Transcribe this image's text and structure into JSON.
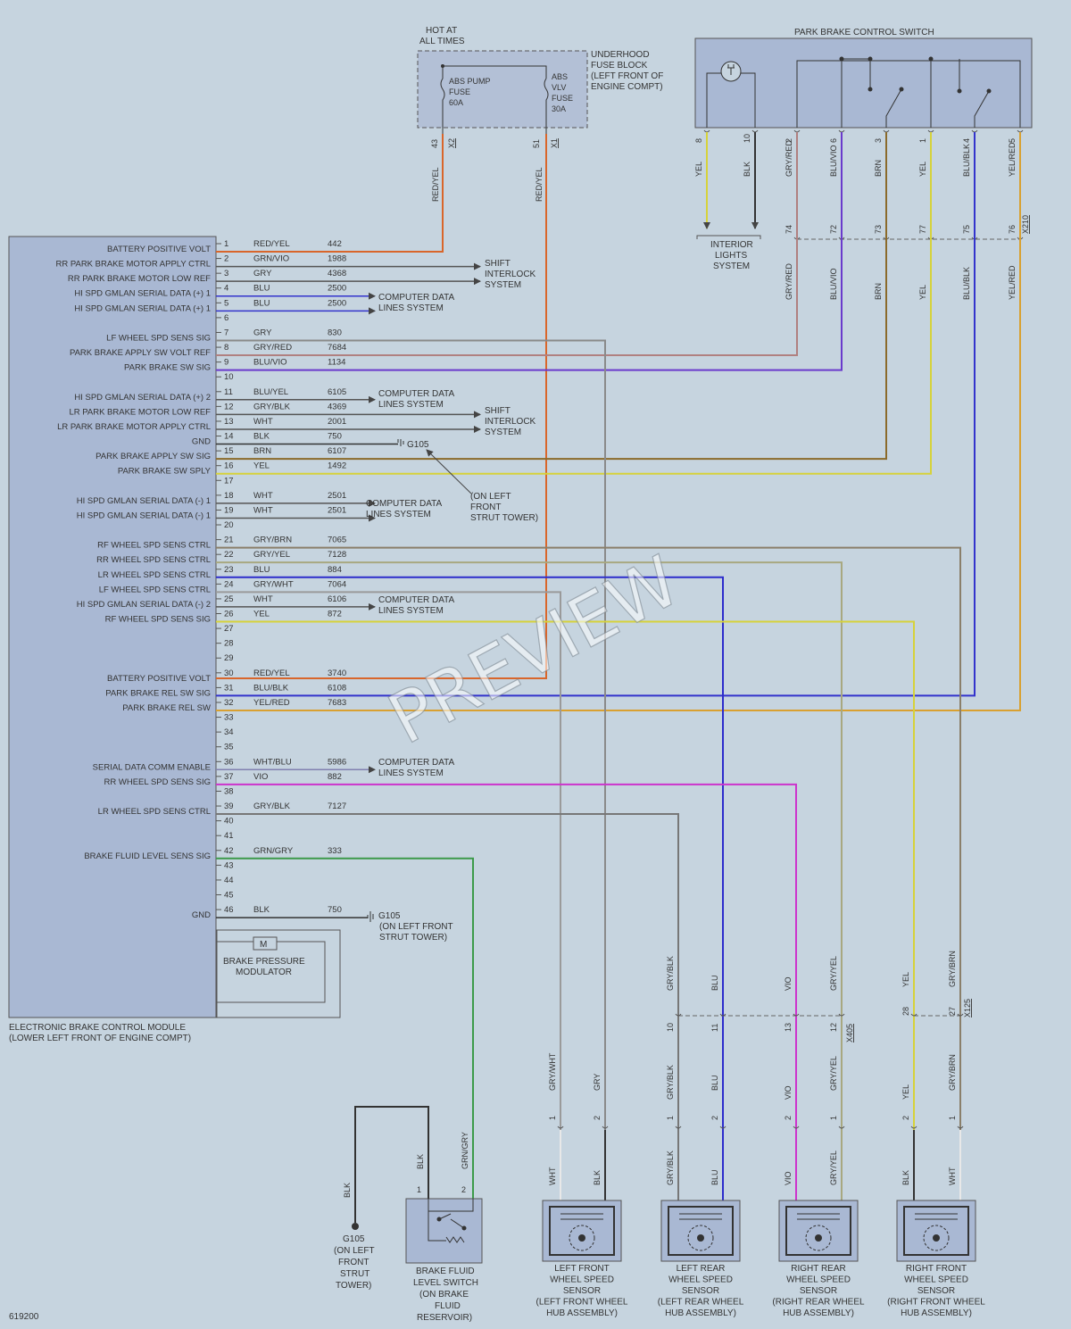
{
  "figure_id": "619200",
  "watermark": "PREVIEW",
  "module": {
    "label_line1": "ELECTRONIC BRAKE CONTROL MODULE",
    "label_line2": "(LOWER LEFT FRONT OF ENGINE COMPT)",
    "modulator_symbol": "M",
    "modulator_line1": "BRAKE PRESSURE",
    "modulator_line2": "MODULATOR"
  },
  "pins": [
    {
      "n": "1",
      "label": "BATTERY POSITIVE VOLT",
      "color": "RED/YEL",
      "circuit": "442",
      "hex": "#d9662b"
    },
    {
      "n": "2",
      "label": "RR PARK BRAKE MOTOR APPLY CTRL",
      "color": "GRN/VIO",
      "circuit": "1988",
      "hex": "#555555"
    },
    {
      "n": "3",
      "label": "RR PARK BRAKE MOTOR LOW REF",
      "color": "GRY",
      "circuit": "4368",
      "hex": "#555555"
    },
    {
      "n": "4",
      "label": "HI SPD GMLAN SERIAL DATA (+) 1",
      "color": "BLU",
      "circuit": "2500",
      "hex": "#3333cc"
    },
    {
      "n": "5",
      "label": "HI SPD GMLAN SERIAL DATA (+) 1",
      "color": "BLU",
      "circuit": "2500",
      "hex": "#3333cc"
    },
    {
      "n": "6",
      "label": "",
      "color": "",
      "circuit": "",
      "hex": ""
    },
    {
      "n": "7",
      "label": "LF WHEEL SPD SENS SIG",
      "color": "GRY",
      "circuit": "830",
      "hex": "#8a8a8a"
    },
    {
      "n": "8",
      "label": "PARK BRAKE APPLY SW VOLT REF",
      "color": "GRY/RED",
      "circuit": "7684",
      "hex": "#b08080"
    },
    {
      "n": "9",
      "label": "PARK BRAKE SW SIG",
      "color": "BLU/VIO",
      "circuit": "1134",
      "hex": "#6a3acc"
    },
    {
      "n": "10",
      "label": "",
      "color": "",
      "circuit": "",
      "hex": ""
    },
    {
      "n": "11",
      "label": "HI SPD GMLAN SERIAL DATA (+) 2",
      "color": "BLU/YEL",
      "circuit": "6105",
      "hex": "#555555"
    },
    {
      "n": "12",
      "label": "LR PARK BRAKE MOTOR LOW REF",
      "color": "GRY/BLK",
      "circuit": "4369",
      "hex": "#555555"
    },
    {
      "n": "13",
      "label": "LR PARK BRAKE MOTOR APPLY CTRL",
      "color": "WHT",
      "circuit": "2001",
      "hex": "#555555"
    },
    {
      "n": "14",
      "label": "GND",
      "color": "BLK",
      "circuit": "750",
      "hex": "#333333"
    },
    {
      "n": "15",
      "label": "PARK BRAKE APPLY SW SIG",
      "color": "BRN",
      "circuit": "6107",
      "hex": "#8b6a2a"
    },
    {
      "n": "16",
      "label": "PARK BRAKE SW SPLY",
      "color": "YEL",
      "circuit": "1492",
      "hex": "#d6d23a"
    },
    {
      "n": "17",
      "label": "",
      "color": "",
      "circuit": "",
      "hex": ""
    },
    {
      "n": "18",
      "label": "HI SPD GMLAN SERIAL DATA (-) 1",
      "color": "WHT",
      "circuit": "2501",
      "hex": "#555555"
    },
    {
      "n": "19",
      "label": "HI SPD GMLAN SERIAL DATA (-) 1",
      "color": "WHT",
      "circuit": "2501",
      "hex": "#555555"
    },
    {
      "n": "20",
      "label": "",
      "color": "",
      "circuit": "",
      "hex": ""
    },
    {
      "n": "21",
      "label": "RF WHEEL SPD SENS CTRL",
      "color": "GRY/BRN",
      "circuit": "7065",
      "hex": "#8a7f6a"
    },
    {
      "n": "22",
      "label": "RR WHEEL SPD SENS CTRL",
      "color": "GRY/YEL",
      "circuit": "7128",
      "hex": "#a8a880"
    },
    {
      "n": "23",
      "label": "LR WHEEL SPD SENS CTRL",
      "color": "BLU",
      "circuit": "884",
      "hex": "#2c2ccc"
    },
    {
      "n": "24",
      "label": "LF WHEEL SPD SENS CTRL",
      "color": "GRY/WHT",
      "circuit": "7064",
      "hex": "#9a9a9a"
    },
    {
      "n": "25",
      "label": "HI SPD GMLAN SERIAL DATA (-) 2",
      "color": "WHT",
      "circuit": "6106",
      "hex": "#555555"
    },
    {
      "n": "26",
      "label": "RF WHEEL SPD SENS SIG",
      "color": "YEL",
      "circuit": "872",
      "hex": "#d6d23a"
    },
    {
      "n": "27",
      "label": "",
      "color": "",
      "circuit": "",
      "hex": ""
    },
    {
      "n": "28",
      "label": "",
      "color": "",
      "circuit": "",
      "hex": ""
    },
    {
      "n": "29",
      "label": "",
      "color": "",
      "circuit": "",
      "hex": ""
    },
    {
      "n": "30",
      "label": "BATTERY POSITIVE VOLT",
      "color": "RED/YEL",
      "circuit": "3740",
      "hex": "#d9662b"
    },
    {
      "n": "31",
      "label": "PARK BRAKE REL SW SIG",
      "color": "BLU/BLK",
      "circuit": "6108",
      "hex": "#3333cc"
    },
    {
      "n": "32",
      "label": "PARK BRAKE REL SW",
      "color": "YEL/RED",
      "circuit": "7683",
      "hex": "#d9a030"
    },
    {
      "n": "33",
      "label": "",
      "color": "",
      "circuit": "",
      "hex": ""
    },
    {
      "n": "34",
      "label": "",
      "color": "",
      "circuit": "",
      "hex": ""
    },
    {
      "n": "35",
      "label": "",
      "color": "",
      "circuit": "",
      "hex": ""
    },
    {
      "n": "36",
      "label": "SERIAL DATA COMM ENABLE",
      "color": "WHT/BLU",
      "circuit": "5986",
      "hex": "#8080b0"
    },
    {
      "n": "37",
      "label": "RR WHEEL SPD SENS SIG",
      "color": "VIO",
      "circuit": "882",
      "hex": "#cc33cc"
    },
    {
      "n": "38",
      "label": "",
      "color": "",
      "circuit": "",
      "hex": ""
    },
    {
      "n": "39",
      "label": "LR WHEEL SPD SENS CTRL",
      "color": "GRY/BLK",
      "circuit": "7127",
      "hex": "#777777"
    },
    {
      "n": "40",
      "label": "",
      "color": "",
      "circuit": "",
      "hex": ""
    },
    {
      "n": "41",
      "label": "",
      "color": "",
      "circuit": "",
      "hex": ""
    },
    {
      "n": "42",
      "label": "BRAKE FLUID LEVEL SENS SIG",
      "color": "GRN/GRY",
      "circuit": "333",
      "hex": "#3c9a4a"
    },
    {
      "n": "43",
      "label": "",
      "color": "",
      "circuit": "",
      "hex": ""
    },
    {
      "n": "44",
      "label": "",
      "color": "",
      "circuit": "",
      "hex": ""
    },
    {
      "n": "45",
      "label": "",
      "color": "",
      "circuit": "",
      "hex": ""
    },
    {
      "n": "46",
      "label": "GND",
      "color": "BLK",
      "circuit": "750",
      "hex": "#333333"
    }
  ],
  "refs": {
    "computer_data_l1": "COMPUTER DATA",
    "computer_data_l2": "LINES SYSTEM",
    "shift_l1": "SHIFT",
    "shift_l2": "INTERLOCK",
    "shift_l3": "SYSTEM"
  },
  "fuse_block": {
    "hot_l1": "HOT AT",
    "hot_l2": "ALL TIMES",
    "title_l1": "UNDERHOOD",
    "title_l2": "FUSE BLOCK",
    "title_l3": "(LEFT FRONT OF",
    "title_l4": "ENGINE COMPT)",
    "fuse1_l1": "ABS PUMP",
    "fuse1_l2": "FUSE",
    "fuse1_l3": "60A",
    "fuse2_l1": "ABS",
    "fuse2_l2": "VLV",
    "fuse2_l3": "FUSE",
    "fuse2_l4": "30A",
    "pin1": "43",
    "conn1": "X2",
    "pin2": "51",
    "conn2": "X1",
    "wire_color": "RED/YEL"
  },
  "switch": {
    "title": "PARK BRAKE CONTROL SWITCH",
    "connector": "X210",
    "terminals": [
      {
        "pin": "8",
        "color": "YEL",
        "hex": "#d6d23a"
      },
      {
        "pin": "10",
        "color": "BLK",
        "hex": "#333333"
      },
      {
        "pin": "2",
        "color": "GRY/RED",
        "hex": "#b08080",
        "inline": "74"
      },
      {
        "pin": "6",
        "color": "BLU/VIO",
        "hex": "#6a3acc",
        "inline": "72"
      },
      {
        "pin": "3",
        "color": "BRN",
        "hex": "#8b6a2a",
        "inline": "73"
      },
      {
        "pin": "1",
        "color": "YEL",
        "hex": "#d6d23a",
        "inline": "77"
      },
      {
        "pin": "4",
        "color": "BLU/BLK",
        "hex": "#3333cc",
        "inline": "75"
      },
      {
        "pin": "5",
        "color": "YEL/RED",
        "hex": "#d9a030",
        "inline": "76"
      }
    ],
    "interior_l1": "INTERIOR",
    "interior_l2": "LIGHTS",
    "interior_l3": "SYSTEM"
  },
  "grounds": {
    "g105": "G105",
    "loc_a_l1": "(ON LEFT",
    "loc_a_l2": "FRONT",
    "loc_a_l3": "STRUT TOWER)",
    "loc_b_l1": "(ON LEFT FRONT",
    "loc_b_l2": "STRUT TOWER)",
    "loc_c_l1": "(ON LEFT",
    "loc_c_l2": "FRONT",
    "loc_c_l3": "STRUT",
    "loc_c_l4": "TOWER)",
    "blk": "BLK"
  },
  "inline_conns": {
    "x405": "X405",
    "x125": "X125",
    "x405_pins": [
      "10",
      "11",
      "13",
      "12"
    ],
    "x405_colors": [
      "GRY/BLK",
      "BLU",
      "VIO",
      "GRY/YEL"
    ],
    "x125_pins": [
      "28",
      "27"
    ],
    "x125_colors": [
      "YEL",
      "GRY/BRN"
    ]
  },
  "fluid_switch": {
    "label_l1": "BRAKE FLUID",
    "label_l2": "LEVEL SWITCH",
    "label_l3": "(ON BRAKE",
    "label_l4": "FLUID",
    "label_l5": "RESERVOIR)",
    "pin1": "1",
    "pin2": "2",
    "c1": "BLK",
    "c2": "GRN/GRY"
  },
  "sensors": [
    {
      "id": "lf",
      "l1": "LEFT FRONT",
      "l2": "WHEEL SPEED",
      "l3": "SENSOR",
      "l4": "(LEFT FRONT WHEEL",
      "l5": "HUB ASSEMBLY)",
      "p1": "1",
      "p2": "2",
      "top1": "GRY/WHT",
      "top2": "GRY",
      "bot1": "WHT",
      "bot2": "BLK"
    },
    {
      "id": "lr",
      "l1": "LEFT REAR",
      "l2": "WHEEL SPEED",
      "l3": "SENSOR",
      "l4": "(LEFT REAR WHEEL",
      "l5": "HUB ASSEMBLY)",
      "p1": "1",
      "p2": "2",
      "top1": "GRY/BLK",
      "top2": "BLU",
      "bot1": "GRY/BLK",
      "bot2": "BLU"
    },
    {
      "id": "rr",
      "l1": "RIGHT REAR",
      "l2": "WHEEL SPEED",
      "l3": "SENSOR",
      "l4": "(RIGHT REAR WHEEL",
      "l5": "HUB ASSEMBLY)",
      "p1": "2",
      "p2": "1",
      "top1": "VIO",
      "top2": "GRY/YEL",
      "bot1": "VIO",
      "bot2": "GRY/YEL"
    },
    {
      "id": "rf",
      "l1": "RIGHT FRONT",
      "l2": "WHEEL SPEED",
      "l3": "SENSOR",
      "l4": "(RIGHT FRONT WHEEL",
      "l5": "HUB ASSEMBLY)",
      "p1": "2",
      "p2": "1",
      "top1": "YEL",
      "top2": "GRY/BRN",
      "bot1": "BLK",
      "bot2": "WHT"
    }
  ]
}
